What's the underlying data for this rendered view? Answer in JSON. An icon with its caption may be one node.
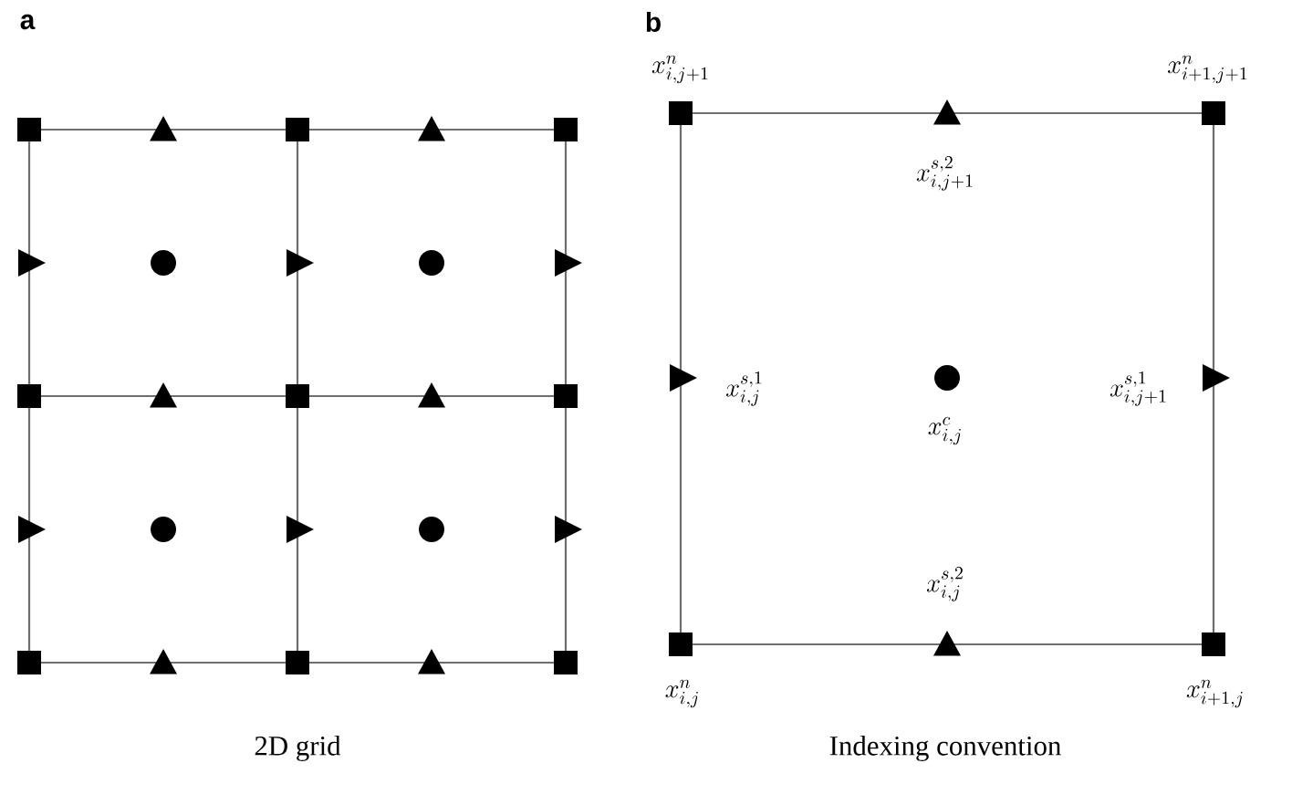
{
  "diagram": {
    "labels": [
      "a",
      "b",
      "x^{n}_{i,j+1}",
      "x^{n}_{i+1,j+1}",
      "x^{s,2}_{i,j+1}",
      "x^{s,1}_{i,j}",
      "x^{c}_{i,j}",
      "x^{s,1}_{i,j+1}",
      "x^{s,2}_{i,j}",
      "x^{n}_{i,j}",
      "x^{n}_{i+1,j}",
      "2D grid",
      "Indexing convention"
    ]
  }
}
